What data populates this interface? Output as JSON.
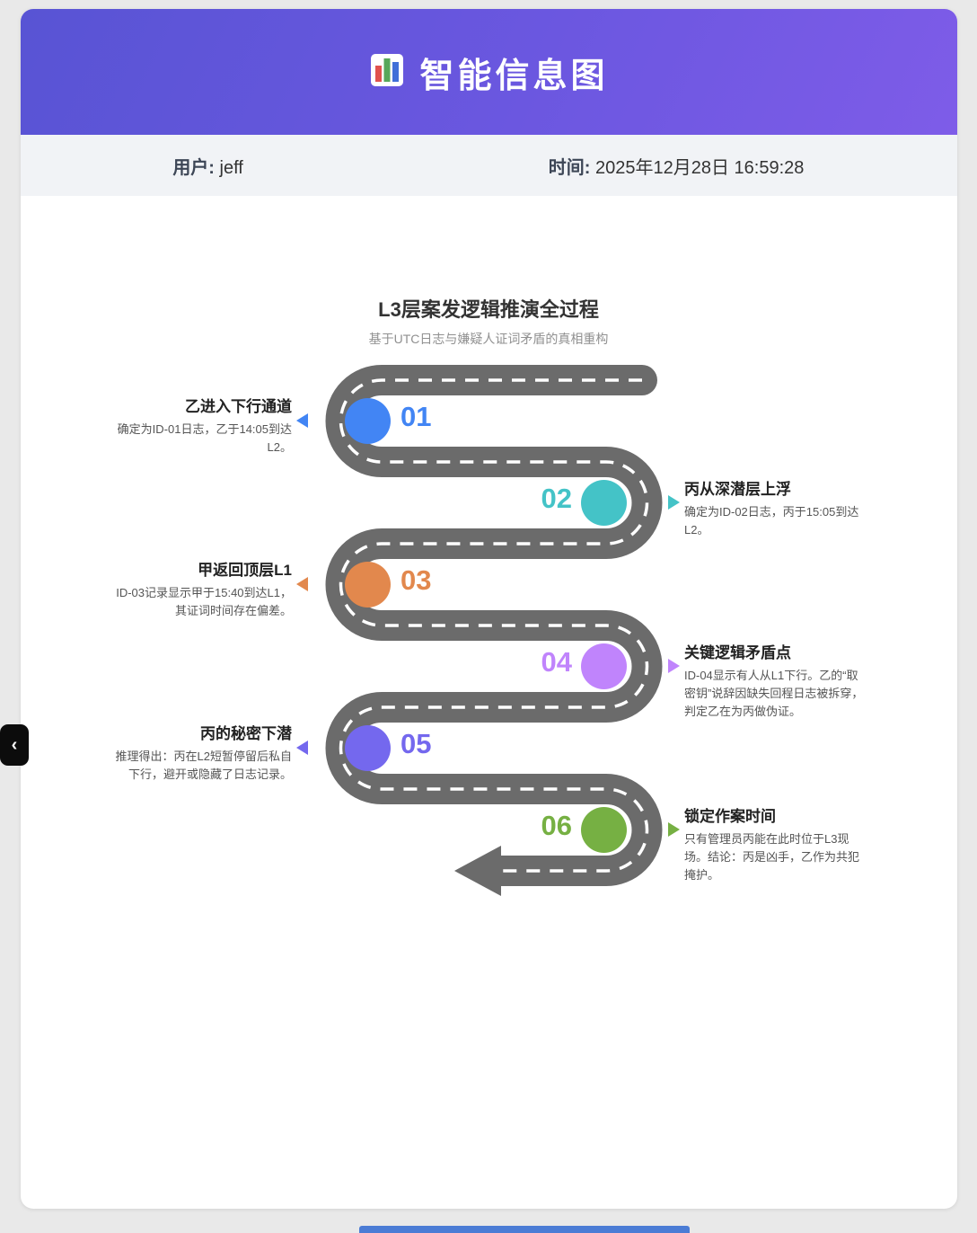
{
  "header": {
    "title": "智能信息图",
    "icon": "bar-chart-icon"
  },
  "meta": {
    "user_label": "用户:",
    "user_value": "jeff",
    "time_label": "时间:",
    "time_value": "2025年12月28日 16:59:28"
  },
  "side_toggle": {
    "chevron": "‹"
  },
  "infographic": {
    "title": "L3层案发逻辑推演全过程",
    "subtitle": "基于UTC日志与嫌疑人证词矛盾的真相重构",
    "road_color": "#6b6b6b",
    "steps": [
      {
        "number": "01",
        "side": "left",
        "color": "#4285f4",
        "title": "乙进入下行通道",
        "description": "确定为ID-01日志，乙于14:05到达L2。"
      },
      {
        "number": "02",
        "side": "right",
        "color": "#44c3c7",
        "title": "丙从深潜层上浮",
        "description": "确定为ID-02日志，丙于15:05到达L2。"
      },
      {
        "number": "03",
        "side": "left",
        "color": "#e2884d",
        "title": "甲返回顶层L1",
        "description": "ID-03记录显示甲于15:40到达L1，其证词时间存在偏差。"
      },
      {
        "number": "04",
        "side": "right",
        "color": "#c084fc",
        "title": "关键逻辑矛盾点",
        "description": "ID-04显示有人从L1下行。乙的“取密钥”说辞因缺失回程日志被拆穿，判定乙在为丙做伪证。"
      },
      {
        "number": "05",
        "side": "left",
        "color": "#7468ee",
        "title": "丙的秘密下潜",
        "description": "推理得出：丙在L2短暂停留后私自下行，避开或隐藏了日志记录。"
      },
      {
        "number": "06",
        "side": "right",
        "color": "#76b043",
        "title": "锁定作案时间",
        "description": "只有管理员丙能在此时位于L3现场。结论：丙是凶手，乙作为共犯掩护。"
      }
    ]
  }
}
